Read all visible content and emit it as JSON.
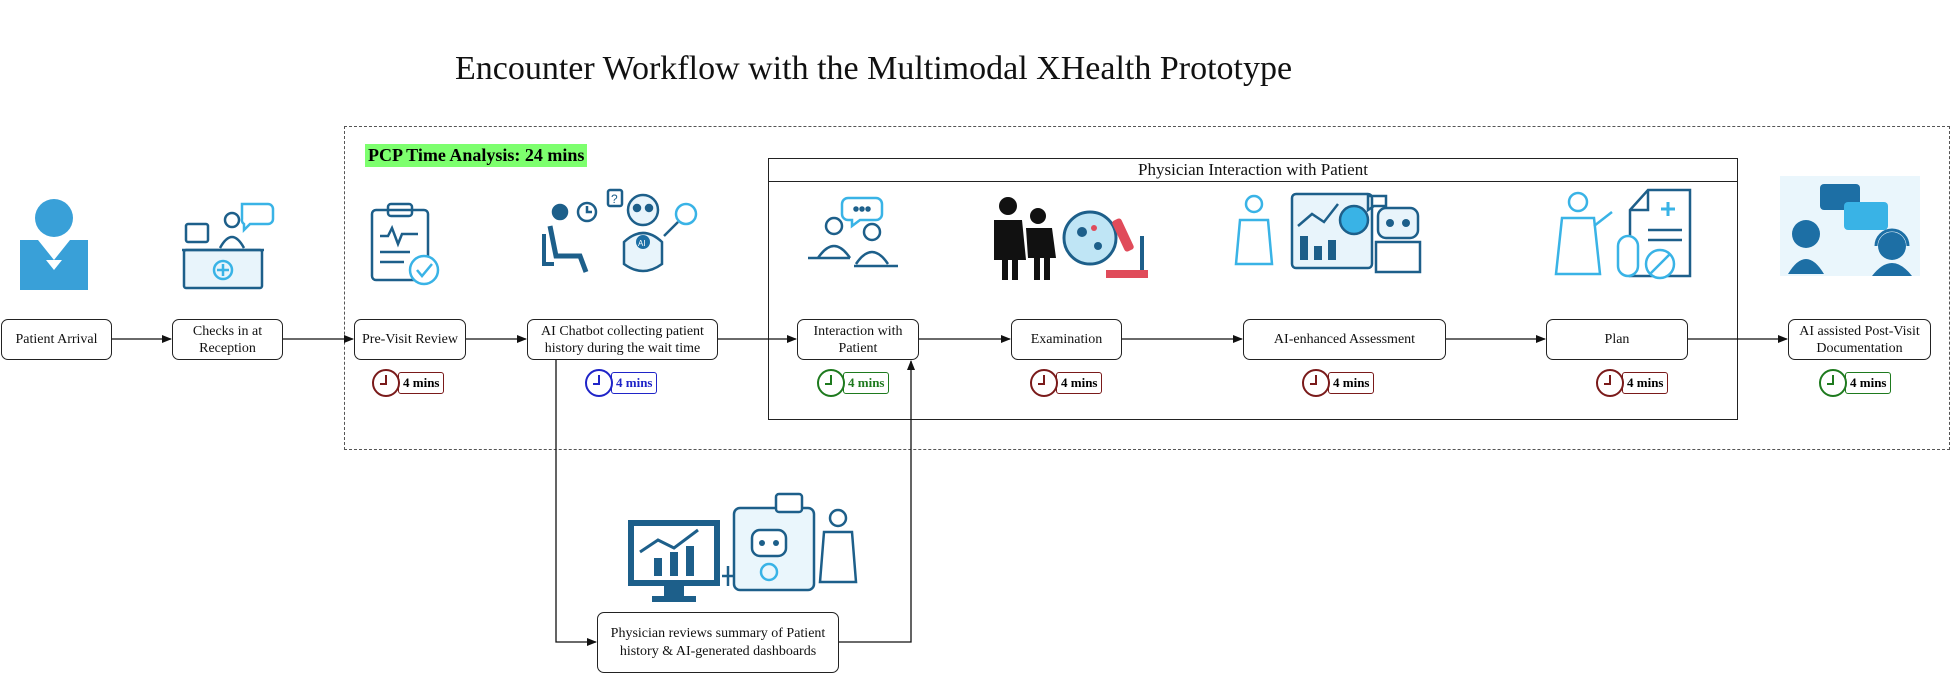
{
  "title": "Encounter Workflow with the Multimodal XHealth Prototype",
  "pcp_label": "PCP Time Analysis: 24 mins",
  "group_label": "Physician Interaction with Patient",
  "nodes": {
    "patient_arrival": "Patient Arrival",
    "checks_in": "Checks in at Reception",
    "pre_visit": "Pre-Visit Review",
    "ai_chatbot": "AI Chatbot collecting patient history during the wait time",
    "interaction": "Interaction with Patient",
    "examination": "Examination",
    "assessment": "AI-enhanced Assessment",
    "plan": "Plan",
    "post_visit": "AI assisted Post-Visit Documentation",
    "physician_review": "Physician reviews summary of Patient history & AI-generated dashboards"
  },
  "timers": {
    "pre_visit": "4 mins",
    "ai_chatbot": "4 mins",
    "interaction": "4 mins",
    "examination": "4 mins",
    "assessment": "4 mins",
    "plan": "4 mins",
    "post_visit": "4 mins"
  },
  "colors": {
    "dark_red": "#7a1a1a",
    "blue": "#1f24c8",
    "green": "#1e7a1e",
    "pcp_highlight": "#7dff6e",
    "icon_blue": "#1d6fa5",
    "icon_light": "#39b3e6"
  },
  "icons": {
    "patient_arrival": "person-icon",
    "checks_in": "reception-desk-icon",
    "pre_visit": "clipboard-check-icon",
    "ai_chatbot": "ai-robot-waiting-icon",
    "interaction": "doctor-patient-chat-icon",
    "examination": "examination-microscope-icon",
    "assessment": "ai-analytics-robot-icon",
    "plan": "doctor-prescription-icon",
    "post_visit": "documentation-headset-icon",
    "physician_review": "dashboard-robot-doctor-icon"
  }
}
